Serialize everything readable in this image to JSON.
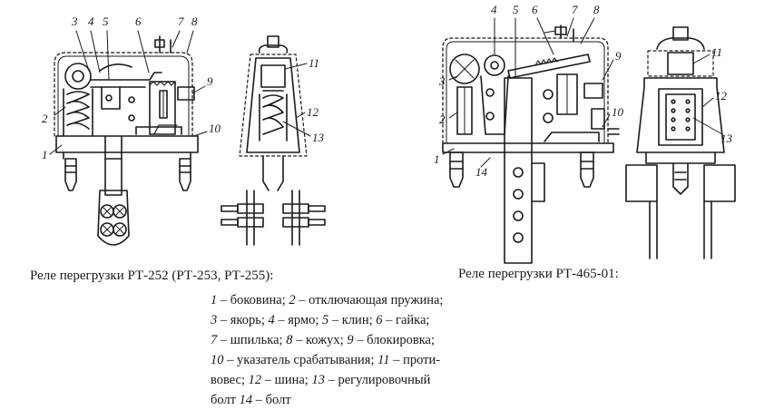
{
  "caption_left": "Реле перегрузки РТ-252 (РТ-253, РТ-255):",
  "caption_right": "Реле перегрузки РТ-465-01:",
  "legend_lines": [
    [
      {
        "n": "1"
      },
      {
        "t": " – боковина; "
      },
      {
        "n": "2"
      },
      {
        "t": " – отключающая пружина;"
      }
    ],
    [
      {
        "n": "3"
      },
      {
        "t": " – якорь; "
      },
      {
        "n": "4"
      },
      {
        "t": " – ярмо; "
      },
      {
        "n": "5"
      },
      {
        "t": " – клин; "
      },
      {
        "n": "6"
      },
      {
        "t": " – гайка;"
      }
    ],
    [
      {
        "n": "7"
      },
      {
        "t": " – шпилька; "
      },
      {
        "n": "8"
      },
      {
        "t": " – кожух; "
      },
      {
        "n": "9"
      },
      {
        "t": " – блокировка;"
      }
    ],
    [
      {
        "n": "10"
      },
      {
        "t": " – указатель срабатывания; "
      },
      {
        "n": "11"
      },
      {
        "t": " – проти-"
      }
    ],
    [
      {
        "t": "вовес; "
      },
      {
        "n": "12"
      },
      {
        "t": " – шина; "
      },
      {
        "n": "13"
      },
      {
        "t": " – регулировочный"
      }
    ],
    [
      {
        "t": "болт "
      },
      {
        "n": "14"
      },
      {
        "t": " – болт"
      }
    ]
  ],
  "callouts": {
    "l1": "1",
    "l2": "2",
    "l3": "3",
    "l4": "4",
    "l5": "5",
    "l6": "6",
    "l7": "7",
    "l8": "8",
    "l9": "9",
    "l10": "10",
    "s11": "11",
    "s12": "12",
    "s13": "13",
    "r1": "1",
    "r2": "2",
    "r3": "3",
    "r4": "4",
    "r5": "5",
    "r6": "6",
    "r7": "7",
    "r8": "8",
    "r9": "9",
    "r10": "10",
    "r14": "14",
    "q11": "11",
    "q12": "12",
    "q13": "13"
  },
  "colors": {
    "ink": "#1a1a1a",
    "paper": "#ffffff"
  }
}
